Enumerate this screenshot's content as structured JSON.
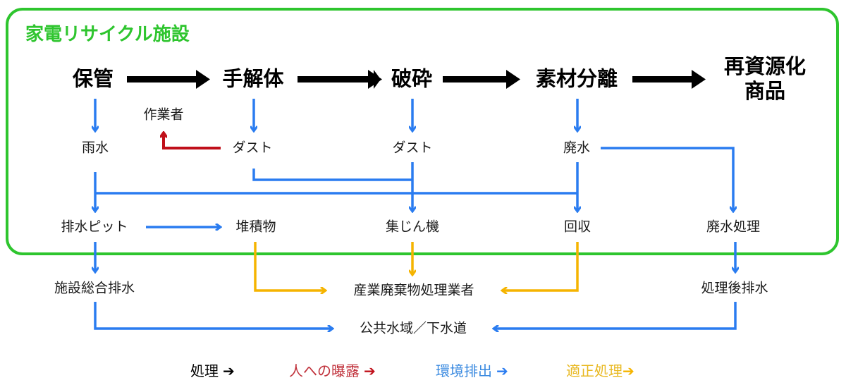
{
  "title": "家電リサイクル施設",
  "colors": {
    "facility_border": "#2ec52e",
    "process": "#000000",
    "exposure": "#c0101a",
    "env_emission": "#2a7cf0",
    "proper": "#f5b400"
  },
  "process_steps": {
    "storage": "保管",
    "disassembly": "手解体",
    "crushing": "破砕",
    "separation": "素材分離",
    "product_line1": "再資源化",
    "product_line2": "商品"
  },
  "nodes": {
    "worker": "作業者",
    "rainwater": "雨水",
    "dust1": "ダスト",
    "dust2": "ダスト",
    "wastewater": "廃水",
    "drain_pit": "排水ピット",
    "sediment": "堆積物",
    "dust_collector": "集じん機",
    "recovery": "回収",
    "wastewater_treatment": "廃水処理",
    "facility_drainage": "施設総合排水",
    "industrial_waste": "産業廃棄物処理業者",
    "treated_drainage": "処理後排水",
    "public_water": "公共水域／下水道"
  },
  "legend": [
    {
      "label": "処理",
      "arrow": "➔",
      "color": "#000000"
    },
    {
      "label": "人への曝露",
      "arrow": "➔",
      "color": "#c0101a"
    },
    {
      "label": "環境排出",
      "arrow": "➔",
      "color": "#2a7cf0"
    },
    {
      "label": "適正処理",
      "arrow": "➔",
      "color": "#f5b400"
    }
  ]
}
